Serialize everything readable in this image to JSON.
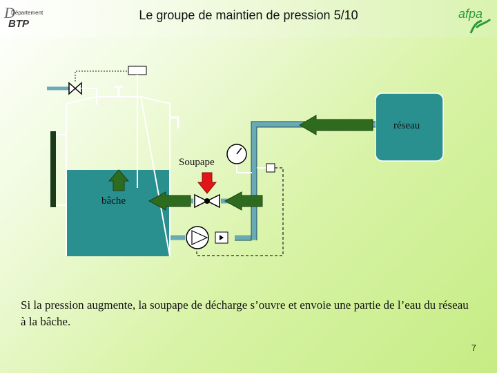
{
  "header": {
    "title": "Le groupe de maintien de pression 5/10",
    "left_logo_dept": "Département",
    "left_logo_btp": "BTP",
    "left_logo_letter": "D",
    "right_logo_text": "afpa"
  },
  "diagram": {
    "label_reseau": "réseau",
    "label_soupape": "Soupape",
    "label_bache": "bâche",
    "colors": {
      "water": "#2a8f8f",
      "pipe": "#6aaab5",
      "arrow_green": "#2e6b1e",
      "arrow_red": "#e21616",
      "tank_outline": "#ffffff"
    }
  },
  "caption": "Si la pression augmente, la soupape de décharge s’ouvre et envoie une partie de l’eau du réseau à la bâche.",
  "page_number": "7"
}
